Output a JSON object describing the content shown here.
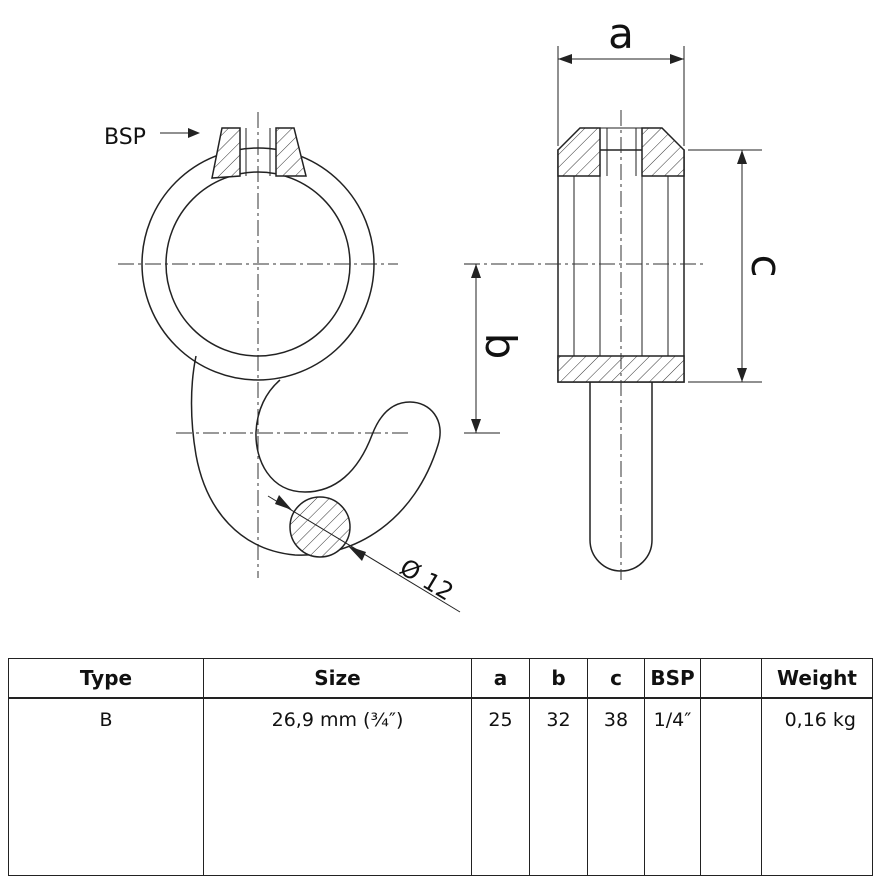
{
  "drawing": {
    "labels": {
      "bsp": "BSP",
      "dim_a": "a",
      "dim_b": "b",
      "dim_c": "c",
      "diameter": "Ø 12"
    }
  },
  "table": {
    "headers": [
      "Type",
      "Size",
      "a",
      "b",
      "c",
      "BSP",
      "",
      "Weight"
    ],
    "rows": [
      [
        "B",
        "26,9 mm (¾″)",
        "25",
        "32",
        "38",
        "1/4″",
        "",
        "0,16 kg"
      ]
    ]
  }
}
